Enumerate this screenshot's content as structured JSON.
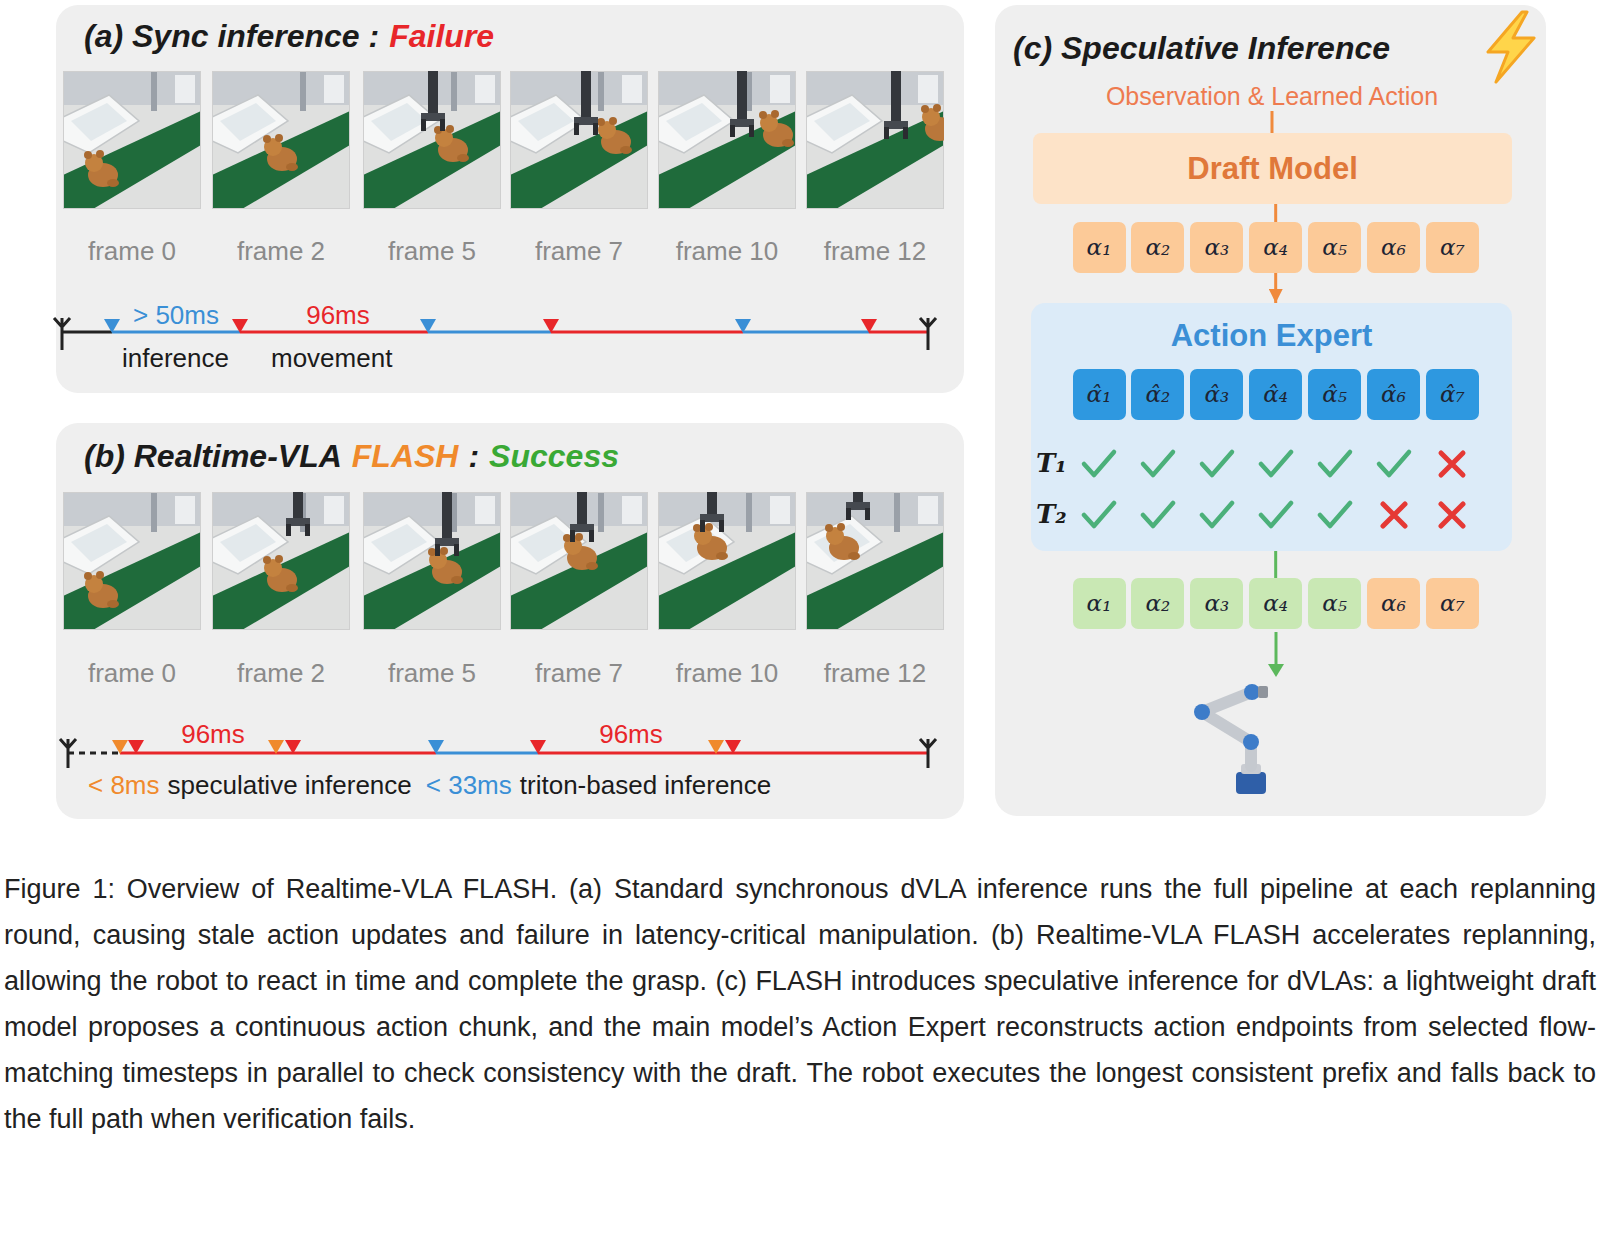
{
  "diagram": {
    "caption": "Figure 1: Overview of Realtime-VLA FLASH. (a) Standard synchronous dVLA inference runs the full pipeline at each replanning round, causing stale action updates and failure in latency-critical manipulation. (b) Realtime-VLA FLASH accelerates replanning, allowing the robot to react in time and complete the grasp. (c) FLASH introduces speculative inference for dVLAs: a lightweight draft model proposes a continuous action chunk, and the main model’s Action Expert reconstructs action endpoints from selected flow-matching timesteps in parallel to check consistency with the draft. The robot executes the longest consistent prefix and falls back to the full path when verification fails.",
    "nodes": [
      {
        "text": [
          "(a) Sync inference :",
          "Failure"
        ]
      },
      {
        "text": [
          "(b) Realtime-VLA",
          "FLASH",
          ":",
          "Success"
        ]
      },
      {
        "text": [
          "(c) Speculative Inference",
          "Observation & Learned Action"
        ]
      },
      {
        "text": [
          "Draft Model"
        ],
        "in": 2
      },
      {
        "text": [
          "α₁"
        ],
        "in": 2
      },
      {
        "text": [
          "α₂"
        ],
        "in": 2
      },
      {
        "text": [
          "α₃"
        ],
        "in": 2
      },
      {
        "text": [
          "α₄"
        ],
        "in": 2
      },
      {
        "text": [
          "α₅"
        ],
        "in": 2
      },
      {
        "text": [
          "α₆"
        ],
        "in": 2
      },
      {
        "text": [
          "α₇"
        ],
        "in": 2
      },
      {
        "text": [
          "Action Expert"
        ],
        "in": 2
      },
      {
        "text": [
          "α̂₁"
        ],
        "in": 11
      },
      {
        "text": [
          "α̂₂"
        ],
        "in": 11
      },
      {
        "text": [
          "α̂₃"
        ],
        "in": 11
      },
      {
        "text": [
          "α̂₄"
        ],
        "in": 11
      },
      {
        "text": [
          "α̂₅"
        ],
        "in": 11
      },
      {
        "text": [
          "α̂₆"
        ],
        "in": 11
      },
      {
        "text": [
          "α̂₇"
        ],
        "in": 11
      },
      {
        "text": [
          "α₁"
        ],
        "in": 2
      },
      {
        "text": [
          "α₂"
        ],
        "in": 2
      },
      {
        "text": [
          "α₃"
        ],
        "in": 2
      },
      {
        "text": [
          "α₄"
        ],
        "in": 2
      },
      {
        "text": [
          "α₅"
        ],
        "in": 2
      },
      {
        "text": [
          "α₆"
        ],
        "in": 2
      },
      {
        "text": [
          "α₇"
        ],
        "in": 2
      }
    ],
    "edges": [
      {
        "from": 3,
        "to": 7,
        "arrow": "none"
      },
      {
        "from": 7,
        "to": 11,
        "arrow": "to"
      },
      {
        "from": 11,
        "to": 22,
        "arrow": "none"
      }
    ],
    "labels": [
      "frame 0",
      "frame 2",
      "frame 5",
      "frame 7",
      "frame 10",
      "frame 12",
      "> 50ms",
      "96ms",
      "inference",
      "movement",
      "frame 0",
      "frame 2",
      "frame 5",
      "frame 7",
      "frame 10",
      "frame 12",
      "96ms",
      "96ms",
      "< 8ms",
      "speculative inference",
      "< 33ms",
      "triton-based inference",
      "T₁",
      "T₂"
    ]
  }
}
